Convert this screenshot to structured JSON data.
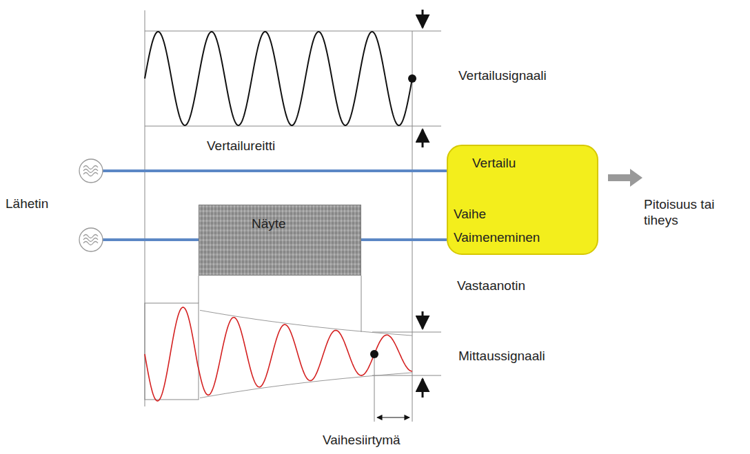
{
  "diagram": {
    "nodes": [
      {
        "text": [
          "Vertailu",
          "Vaihe",
          "Vaimeneminen",
          "Vastaanotin"
        ]
      },
      {
        "text": [
          "Näyte"
        ]
      }
    ],
    "edges": [
      {
        "from": 1,
        "to": 0,
        "arrow": "none"
      }
    ],
    "labels": [
      "Vertailusignaali",
      "Vertailureitti",
      "Lähetin",
      "Pitoisuus tai tiheys",
      "Mittaussignaali",
      "Vaihesiirtymä"
    ]
  }
}
